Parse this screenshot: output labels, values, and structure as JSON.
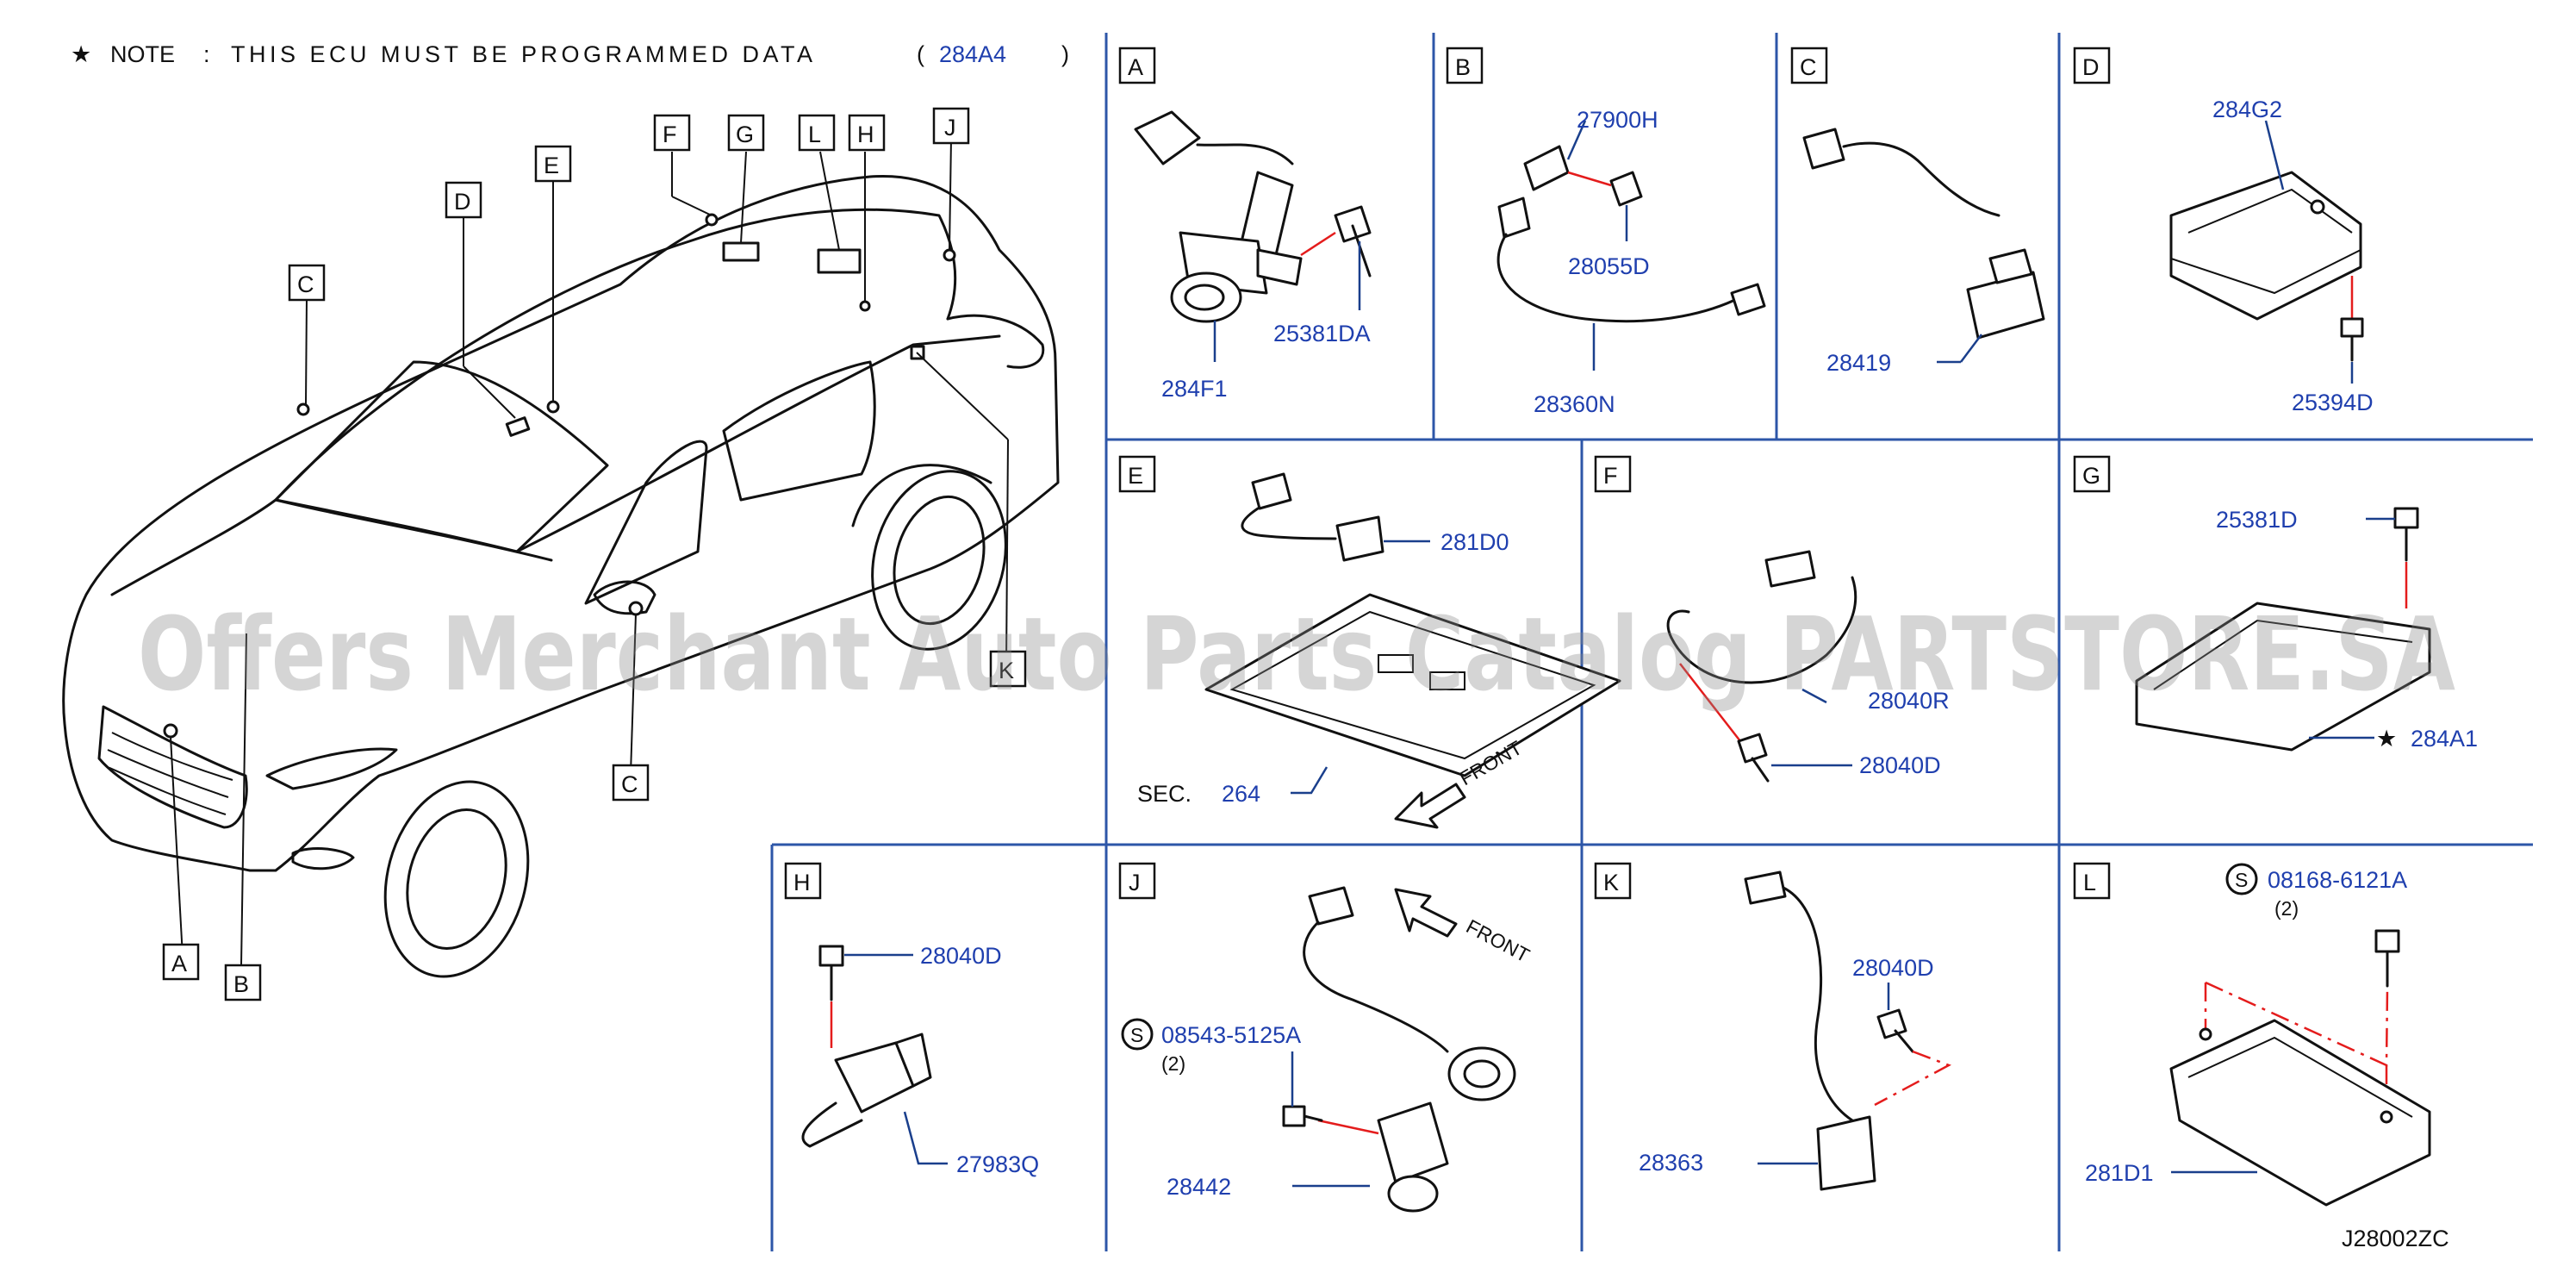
{
  "note": {
    "star": "★",
    "label": "NOTE",
    "colon": ":",
    "text": "THIS ECU MUST BE PROGRAMMED DATA",
    "paren_open": "(",
    "part": "284A4",
    "paren_close": ")"
  },
  "watermark": "Offers Merchant Auto Parts Catalog PARTSTORE.SA",
  "diagram_code": "J28002ZC",
  "car_callouts": [
    "A",
    "B",
    "C",
    "C",
    "D",
    "E",
    "F",
    "G",
    "L",
    "H",
    "J",
    "K"
  ],
  "panels": {
    "A": {
      "letter": "A",
      "parts": [
        "25381DA",
        "284F1"
      ]
    },
    "B": {
      "letter": "B",
      "parts": [
        "27900H",
        "28055D",
        "28360N"
      ]
    },
    "C": {
      "letter": "C",
      "parts": [
        "28419"
      ]
    },
    "D": {
      "letter": "D",
      "parts": [
        "284G2",
        "25394D"
      ]
    },
    "E": {
      "letter": "E",
      "parts": [
        "281D0"
      ],
      "sec_label": "SEC.",
      "sec_num": "264",
      "front": "FRONT"
    },
    "F": {
      "letter": "F",
      "parts": [
        "28040R",
        "28040D"
      ]
    },
    "G": {
      "letter": "G",
      "parts": [
        "25381D",
        "284A1"
      ],
      "star": "★"
    },
    "H": {
      "letter": "H",
      "parts": [
        "28040D",
        "27983Q"
      ]
    },
    "J": {
      "letter": "J",
      "parts": [
        "08543-5125A",
        "28442"
      ],
      "s": "S",
      "qty": "(2)",
      "front": "FRONT"
    },
    "K": {
      "letter": "K",
      "parts": [
        "28040D",
        "28363"
      ]
    },
    "L": {
      "letter": "L",
      "parts": [
        "08168-6121A",
        "281D1"
      ],
      "s": "S",
      "qty": "(2)"
    }
  },
  "colors": {
    "frame": "#2d56a8",
    "part_number": "#1f3fae",
    "dashed_line": "#e41c1c"
  }
}
